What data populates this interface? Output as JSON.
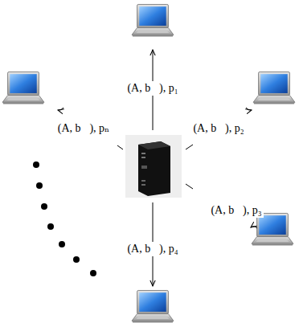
{
  "diagram": {
    "labels": [
      "(A, b⃗), p₁",
      "(A, b⃗), p₂",
      "(A, b⃗), p₃",
      "(A, b⃗), p₄",
      "(A, b⃗), pₙ"
    ]
  }
}
